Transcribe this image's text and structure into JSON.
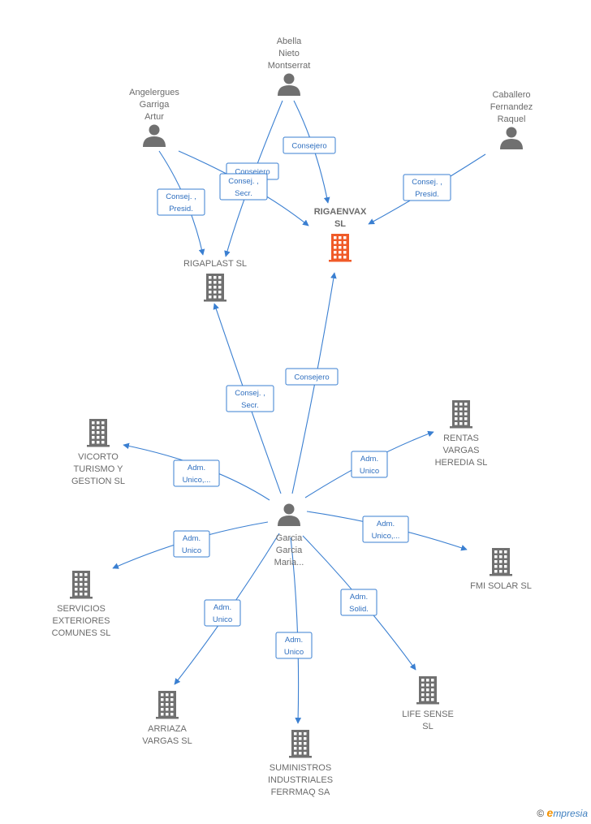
{
  "colors": {
    "edge": "#3a7fd1",
    "node_gray": "#707070",
    "highlight": "#f05a28"
  },
  "nodes": [
    {
      "id": "abella",
      "type": "person",
      "lines": [
        "Abella",
        "Nieto",
        "Montserrat"
      ]
    },
    {
      "id": "angelergues",
      "type": "person",
      "lines": [
        "Angelergues",
        "Garriga",
        "Artur"
      ]
    },
    {
      "id": "caballero",
      "type": "person",
      "lines": [
        "Caballero",
        "Fernandez",
        "Raquel"
      ]
    },
    {
      "id": "rigaenvax",
      "type": "company",
      "highlight": true,
      "lines": [
        "RIGAENVAX",
        "SL"
      ]
    },
    {
      "id": "rigaplast",
      "type": "company",
      "lines": [
        "RIGAPLAST  SL"
      ]
    },
    {
      "id": "garcia",
      "type": "person",
      "lines": [
        "Garcia",
        "Garcia",
        "Maria..."
      ]
    },
    {
      "id": "vicorto",
      "type": "company",
      "lines": [
        "VICORTO",
        "TURISMO Y",
        "GESTION SL"
      ]
    },
    {
      "id": "rentas",
      "type": "company",
      "lines": [
        "RENTAS",
        "VARGAS",
        "HEREDIA SL"
      ]
    },
    {
      "id": "servicios",
      "type": "company",
      "lines": [
        "SERVICIOS",
        "EXTERIORES",
        "COMUNES  SL"
      ]
    },
    {
      "id": "fmi",
      "type": "company",
      "lines": [
        "FMI SOLAR  SL"
      ]
    },
    {
      "id": "arriaza",
      "type": "company",
      "lines": [
        "ARRIAZA",
        "VARGAS  SL"
      ]
    },
    {
      "id": "suministros",
      "type": "company",
      "lines": [
        "SUMINISTROS",
        "INDUSTRIALES",
        "FERRMAQ SA"
      ]
    },
    {
      "id": "lifesense",
      "type": "company",
      "lines": [
        "LIFE SENSE",
        "SL"
      ]
    }
  ],
  "edges": [
    {
      "from": "abella",
      "to": "rigaenvax",
      "label": [
        "Consejero"
      ]
    },
    {
      "from": "abella",
      "to": "rigaplast",
      "label": [
        "Consejero"
      ]
    },
    {
      "from": "angelergues",
      "to": "rigaplast",
      "label": [
        "Consej. ,",
        "Presid."
      ]
    },
    {
      "from": "angelergues",
      "to": "rigaenvax",
      "label": [
        "Consej. ,",
        "Secr."
      ]
    },
    {
      "from": "caballero",
      "to": "rigaenvax",
      "label": [
        "Consej. ,",
        "Presid."
      ]
    },
    {
      "from": "garcia",
      "to": "rigaplast",
      "label": [
        "Consej. ,",
        "Secr."
      ]
    },
    {
      "from": "garcia",
      "to": "rigaenvax",
      "label": [
        "Consejero"
      ]
    },
    {
      "from": "garcia",
      "to": "vicorto",
      "label": [
        "Adm.",
        "Unico,..."
      ]
    },
    {
      "from": "garcia",
      "to": "rentas",
      "label": [
        "Adm.",
        "Unico"
      ]
    },
    {
      "from": "garcia",
      "to": "servicios",
      "label": [
        "Adm.",
        "Unico"
      ]
    },
    {
      "from": "garcia",
      "to": "fmi",
      "label": [
        "Adm.",
        "Unico,..."
      ]
    },
    {
      "from": "garcia",
      "to": "arriaza",
      "label": [
        "Adm.",
        "Unico"
      ]
    },
    {
      "from": "garcia",
      "to": "suministros",
      "label": [
        "Adm.",
        "Unico"
      ]
    },
    {
      "from": "garcia",
      "to": "lifesense",
      "label": [
        "Adm.",
        "Solid."
      ]
    }
  ],
  "brand": {
    "copyright": "©",
    "e": "e",
    "rest": "mpresia"
  }
}
